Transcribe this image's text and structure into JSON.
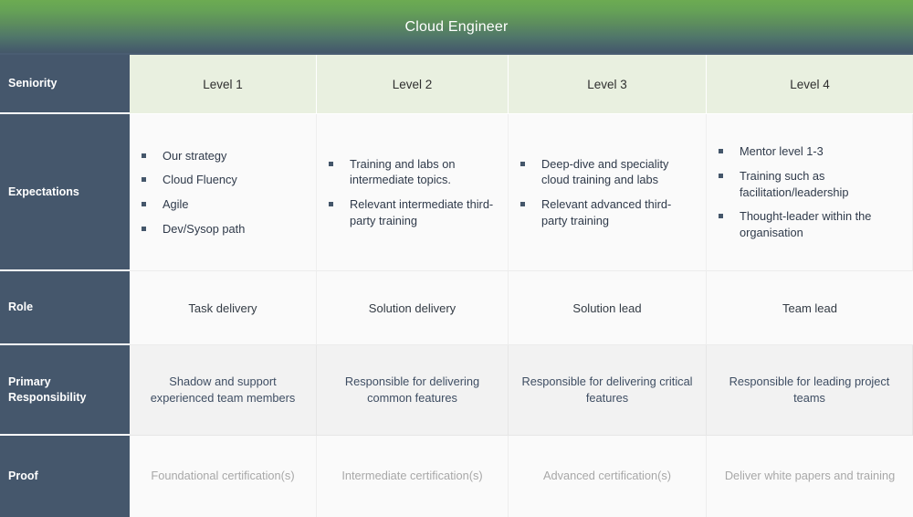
{
  "header": {
    "title": "Cloud Engineer",
    "gradient_top_color": "#6cab52",
    "gradient_bottom_color": "#44566a",
    "title_color": "#ffffff"
  },
  "theme": {
    "label_column_bg": "#45576c",
    "label_text_color": "#ffffff",
    "seniority_header_bg": "#e9f0e0",
    "body_cell_bg": "#fafafa",
    "primary_row_bg": "#f2f2f2",
    "bullet_marker_color": "#44566a",
    "primary_text_color": "#3f4e63",
    "proof_text_color": "#a8a8a8"
  },
  "rows": {
    "seniority": {
      "label": "Seniority",
      "levels": [
        "Level 1",
        "Level 2",
        "Level 3",
        "Level 4"
      ]
    },
    "expectations": {
      "label": "Expectations",
      "columns": [
        {
          "bullets": [
            "Our strategy",
            "Cloud Fluency",
            "Agile",
            "Dev/Sysop path"
          ]
        },
        {
          "bullets": [
            "Training and labs on intermediate topics.",
            "Relevant intermediate third-party training"
          ]
        },
        {
          "bullets": [
            "Deep-dive and speciality cloud training and labs",
            "Relevant advanced third-party training"
          ]
        },
        {
          "bullets": [
            "Mentor level 1-3",
            "Training such as facilitation/leadership",
            "Thought-leader within the organisation"
          ]
        }
      ]
    },
    "role": {
      "label": "Role",
      "values": [
        "Task delivery",
        "Solution delivery",
        "Solution lead",
        "Team lead"
      ]
    },
    "primary_responsibility": {
      "label": "Primary Responsibility",
      "values": [
        "Shadow and support experienced team members",
        "Responsible for delivering common features",
        "Responsible for delivering critical features",
        "Responsible for leading project teams"
      ]
    },
    "proof": {
      "label": "Proof",
      "values": [
        "Foundational certification(s)",
        "Intermediate certification(s)",
        "Advanced certification(s)",
        "Deliver white papers and training"
      ]
    }
  }
}
